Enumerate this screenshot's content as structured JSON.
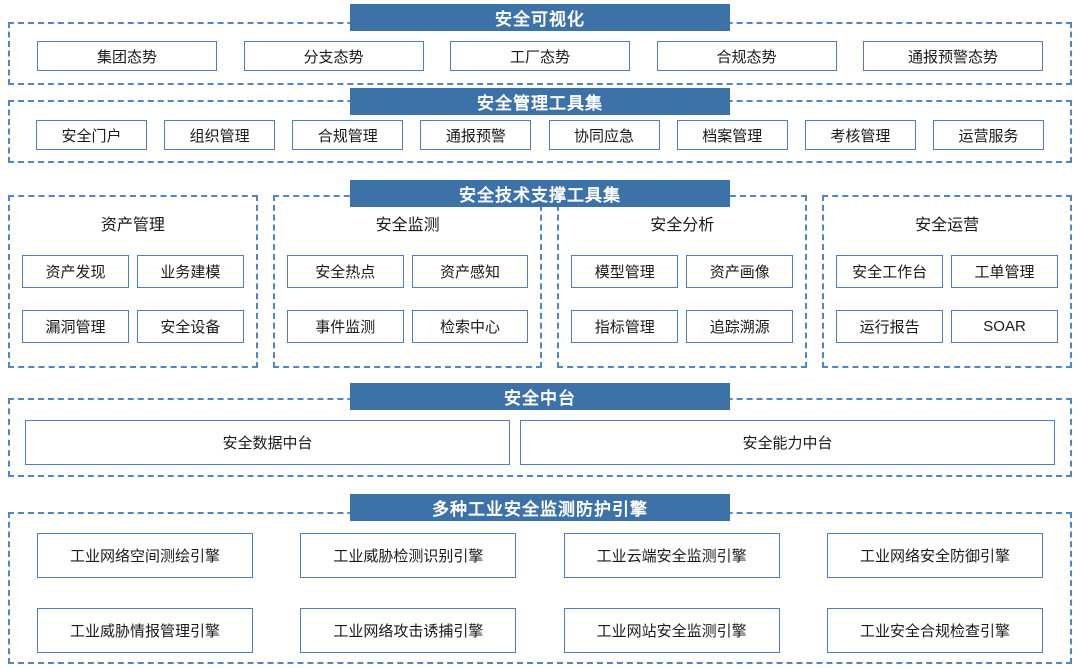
{
  "colors": {
    "header_bg": "#3c72a8",
    "header_text": "#ffffff",
    "dashed_border": "#4f86c6",
    "box_border": "#4d7ebf",
    "text": "#1a1a1a"
  },
  "sections": {
    "visualization": {
      "title": "安全可视化",
      "items": [
        "集团态势",
        "分支态势",
        "工厂态势",
        "合规态势",
        "通报预警态势"
      ]
    },
    "management": {
      "title": "安全管理工具集",
      "items": [
        "安全门户",
        "组织管理",
        "合规管理",
        "通报预警",
        "协同应急",
        "档案管理",
        "考核管理",
        "运营服务"
      ]
    },
    "tech_support": {
      "title": "安全技术支撑工具集",
      "groups": [
        {
          "title": "资产管理",
          "items": [
            "资产发现",
            "业务建模",
            "漏洞管理",
            "安全设备"
          ]
        },
        {
          "title": "安全监测",
          "items": [
            "安全热点",
            "资产感知",
            "事件监测",
            "检索中心"
          ]
        },
        {
          "title": "安全分析",
          "items": [
            "模型管理",
            "资产画像",
            "指标管理",
            "追踪溯源"
          ]
        },
        {
          "title": "安全运营",
          "items": [
            "安全工作台",
            "工单管理",
            "运行报告",
            "SOAR"
          ]
        }
      ]
    },
    "middle_platform": {
      "title": "安全中台",
      "items": [
        "安全数据中台",
        "安全能力中台"
      ]
    },
    "engines": {
      "title": "多种工业安全监测防护引擎",
      "items": [
        "工业网络空间测绘引擎",
        "工业威胁检测识别引擎",
        "工业云端安全监测引擎",
        "工业网络安全防御引擎",
        "工业威胁情报管理引擎",
        "工业网络攻击诱捕引擎",
        "工业网站安全监测引擎",
        "工业安全合规检查引擎"
      ]
    }
  }
}
